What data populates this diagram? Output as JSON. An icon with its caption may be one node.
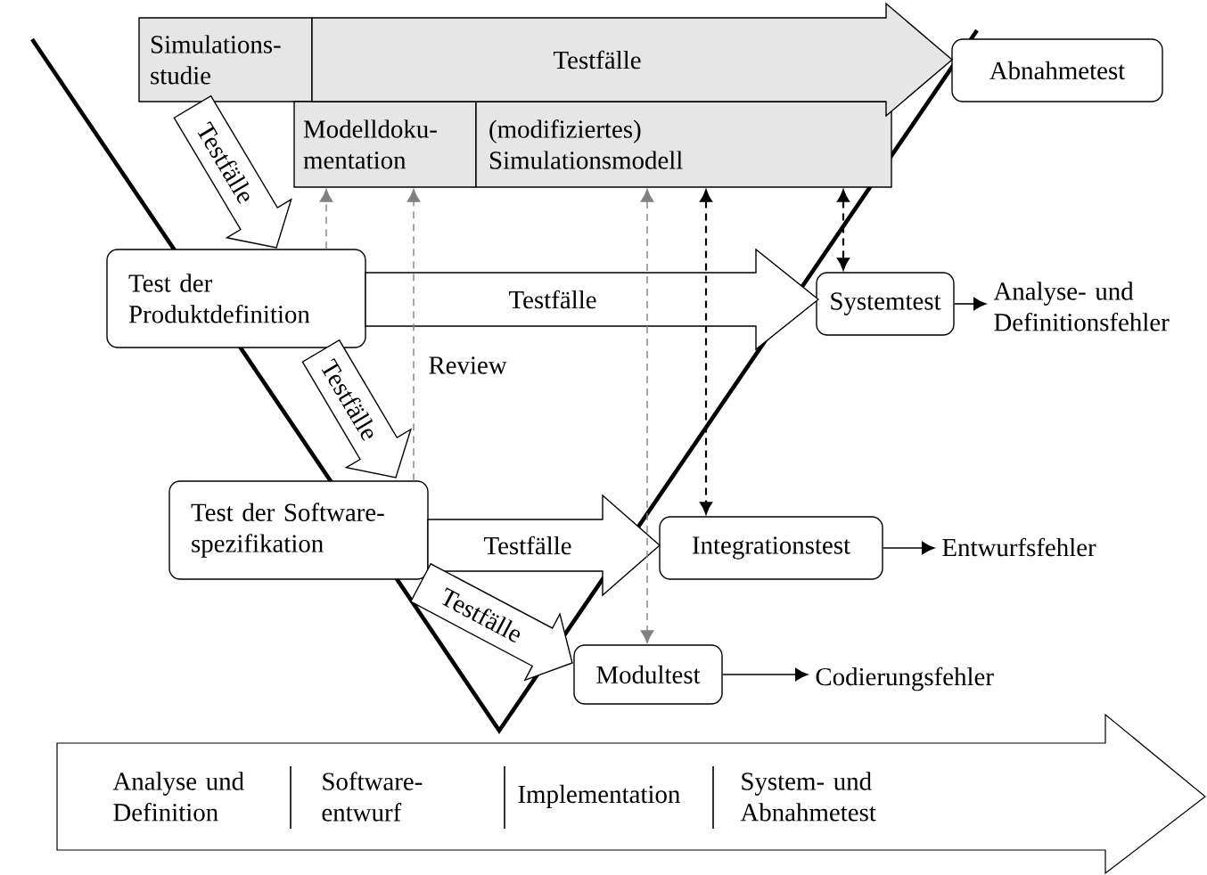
{
  "diagram": {
    "nodes": [
      {
        "text": [
          "Simulations- studie"
        ]
      },
      {
        "text": [
          "Modelldoku- mentation"
        ]
      },
      {
        "text": [
          "(modifiziertes) Simulationsmodell"
        ]
      },
      {
        "text": [
          "Abnahmetest"
        ]
      },
      {
        "text": [
          "Test der Produktdefinition"
        ]
      },
      {
        "text": [
          "Systemtest"
        ]
      },
      {
        "text": [
          "Test der Software- spezifikation"
        ]
      },
      {
        "text": [
          "Integrationstest"
        ]
      },
      {
        "text": [
          "Modultest"
        ]
      },
      {
        "text": [
          "Analyse- und Definitionsfehler"
        ]
      },
      {
        "text": [
          "Entwurfsfehler"
        ]
      },
      {
        "text": [
          "Codierungsfehler"
        ]
      },
      {
        "text": [
          "Analyse und Definition",
          "Software- entwurf",
          "Implementation",
          "System- und Abnahmetest"
        ]
      }
    ],
    "edges": [
      {
        "from": 0,
        "to": 3,
        "arrow": "to",
        "label": "Testfälle",
        "color": "#e6e6e6"
      },
      {
        "from": 0,
        "to": 4,
        "arrow": "to",
        "label": "Testfälle"
      },
      {
        "from": 4,
        "to": 5,
        "arrow": "to",
        "label": "Testfälle"
      },
      {
        "from": 4,
        "to": 6,
        "arrow": "to",
        "label": "Testfälle"
      },
      {
        "from": 6,
        "to": 7,
        "arrow": "to",
        "label": "Testfälle"
      },
      {
        "from": 6,
        "to": 8,
        "arrow": "to",
        "label": "Testfälle"
      },
      {
        "from": 4,
        "to": 1,
        "arrow": "to",
        "style": "dashed",
        "color": "#808080"
      },
      {
        "from": 6,
        "to": 1,
        "arrow": "to",
        "style": "dashed",
        "color": "#808080"
      },
      {
        "from": 2,
        "to": 8,
        "arrow": "both",
        "style": "dashed",
        "color": "#808080"
      },
      {
        "from": 2,
        "to": 7,
        "arrow": "both",
        "style": "dashed"
      },
      {
        "from": 2,
        "to": 5,
        "arrow": "both",
        "style": "dashed"
      },
      {
        "from": 5,
        "to": 9,
        "arrow": "to"
      },
      {
        "from": 7,
        "to": 10,
        "arrow": "to"
      },
      {
        "from": 8,
        "to": 11,
        "arrow": "to"
      }
    ],
    "labels": [
      "Review"
    ]
  }
}
